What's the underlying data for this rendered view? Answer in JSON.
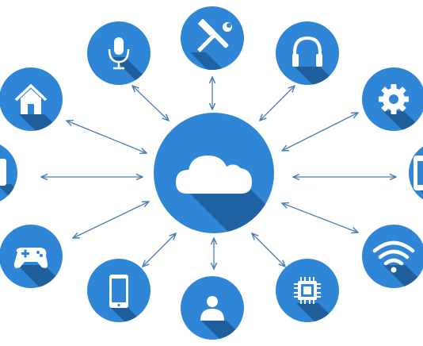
{
  "colors": {
    "node_blue": "#2f86d6",
    "shadow_blue": "#1f5f9e",
    "arrow": "#4a7fb5",
    "background": "#ffffff"
  },
  "hub": {
    "icon": "cloud-icon"
  },
  "nodes": [
    {
      "id": "microphone",
      "icon": "microphone-icon"
    },
    {
      "id": "tools",
      "icon": "hammer-wrench-icon"
    },
    {
      "id": "headphones",
      "icon": "headphones-icon"
    },
    {
      "id": "home",
      "icon": "home-icon"
    },
    {
      "id": "settings",
      "icon": "gear-icon"
    },
    {
      "id": "left-edge",
      "icon": "partial-device-icon"
    },
    {
      "id": "right-edge",
      "icon": "tablet-icon"
    },
    {
      "id": "gamepad",
      "icon": "gamepad-icon"
    },
    {
      "id": "wifi",
      "icon": "wifi-icon"
    },
    {
      "id": "smartphone",
      "icon": "smartphone-icon"
    },
    {
      "id": "user",
      "icon": "user-icon"
    },
    {
      "id": "chip",
      "icon": "chip-icon"
    }
  ]
}
